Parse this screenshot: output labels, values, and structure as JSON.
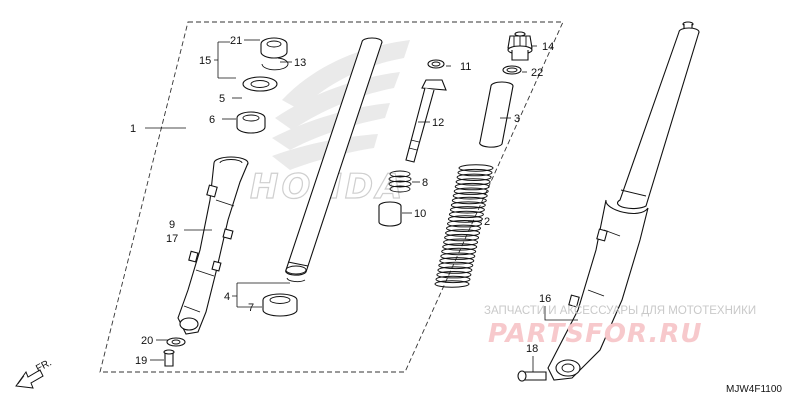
{
  "callouts": {
    "c1": "1",
    "c2": "2",
    "c3": "3",
    "c4": "4",
    "c5": "5",
    "c6": "6",
    "c7": "7",
    "c8": "8",
    "c9": "9",
    "c10": "10",
    "c11": "11",
    "c12": "12",
    "c13": "13",
    "c14": "14",
    "c15": "15",
    "c16": "16",
    "c17": "17",
    "c18": "18",
    "c19": "19",
    "c20": "20",
    "c21": "21",
    "c22": "22"
  },
  "direction_label": "FR.",
  "diagram_code": "MJW4F1100",
  "watermark": {
    "brand": "HONDA",
    "text": "ЗАПЧАСТИ И АКСЕССУАРЫ ДЛЯ МОТОТЕХНИКИ",
    "logo": "PARTSFOR.RU"
  },
  "colors": {
    "ink": "#111111",
    "watermark_red": "#f7c9cc",
    "watermark_gray": "#c9c9c9"
  }
}
